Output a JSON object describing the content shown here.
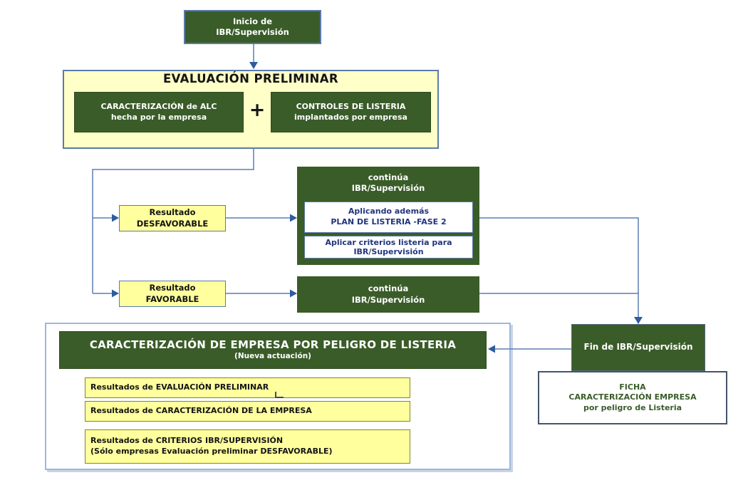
{
  "colors": {
    "dark_green": "#3A5C29",
    "pale_yellow": "#FFFFC8",
    "yellow": "#FFFF9E",
    "line_blue": "#5B7FB2",
    "arrow_blue": "#2E5C9E",
    "navy_text": "#22357C",
    "light_blue_border": "#9DB7DC",
    "olive_border": "#7C8A28"
  },
  "nodes": {
    "start": {
      "line1": "Inicio de",
      "line2": "IBR/Supervisión"
    },
    "preliminary": {
      "title": "EVALUACIÓN PRELIMINAR",
      "company_alc": {
        "line1": "CARACTERIZACIÓN de ALC",
        "line2": "hecha por la empresa"
      },
      "plus": "+",
      "listeria_controls": {
        "line1": "CONTROLES DE LISTERIA",
        "line2": "implantados por empresa"
      }
    },
    "result_unfavorable": {
      "line1": "Resultado",
      "line2": "DESFAVORABLE"
    },
    "result_favorable": {
      "line1": "Resultado",
      "line2": "FAVORABLE"
    },
    "continue_unfavorable": {
      "line1": "continúa",
      "line2": "IBR/Supervisión",
      "plan": {
        "line1": "Aplicando además",
        "line2": "PLAN DE LISTERIA -FASE 2"
      },
      "criteria": {
        "line1": "Aplicar criterios listeria para",
        "line2": "IBR/Supervisión"
      }
    },
    "continue_favorable": {
      "line1": "continúa",
      "line2": "IBR/Supervisión"
    },
    "end": {
      "label": "Fin de IBR/Supervisión"
    },
    "ficha": {
      "line1": "FICHA",
      "line2": "CARACTERIZACIÓN EMPRESA",
      "line3": "por peligro de Listeria"
    },
    "characterization": {
      "title": "CARACTERIZACIÓN DE EMPRESA POR PELIGRO DE LISTERIA",
      "subtitle": "(Nueva actuación)",
      "items": [
        {
          "text": "Resultados de EVALUACIÓN PRELIMINAR"
        },
        {
          "text": "Resultados de CARACTERIZACIÓN DE LA EMPRESA"
        },
        {
          "line1": "Resultados de CRITERIOS IBR/SUPERVISIÓN",
          "line2": "(Sólo empresas Evaluación preliminar DESFAVORABLE)"
        }
      ]
    }
  }
}
